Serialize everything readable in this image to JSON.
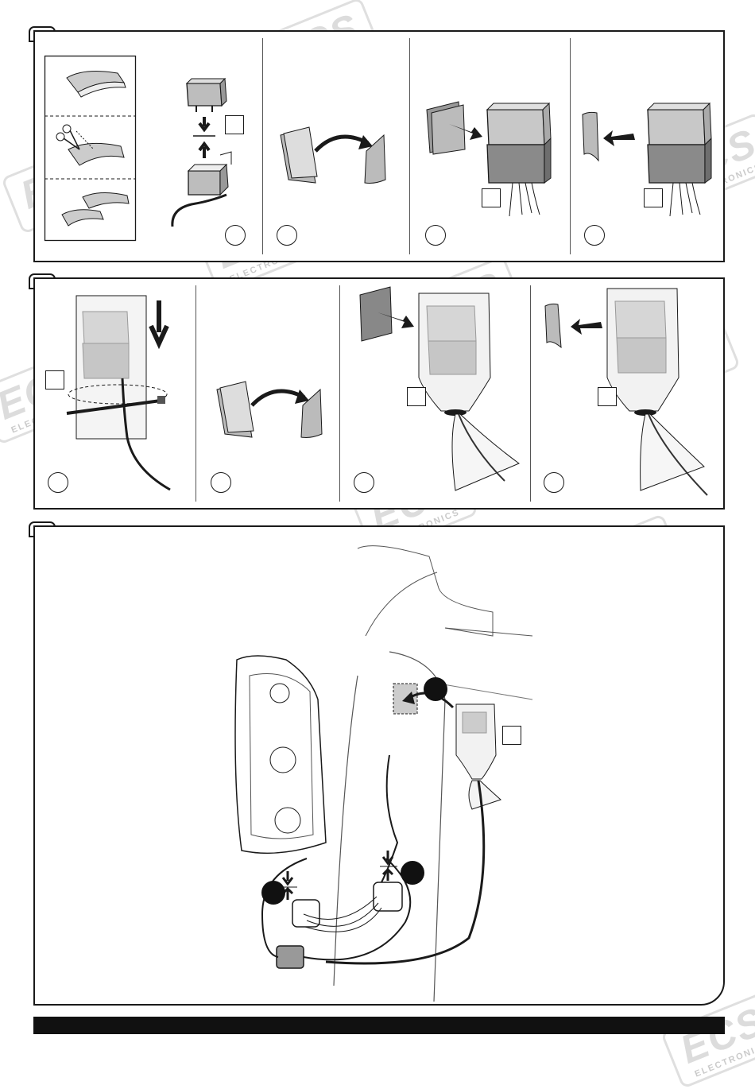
{
  "watermark": {
    "logo": "ECS",
    "brand": "ELECTRONICS"
  },
  "panels": [
    {
      "id": "panel-1",
      "steps": 5
    },
    {
      "id": "panel-2",
      "steps": 4
    },
    {
      "id": "panel-3",
      "steps": 1
    }
  ],
  "colors": {
    "line": "#1a1a1a",
    "relay_top": "#bdbdbd",
    "relay_bottom": "#8a8a8a",
    "pad": "#d0d0d0",
    "footer": "#111111"
  }
}
